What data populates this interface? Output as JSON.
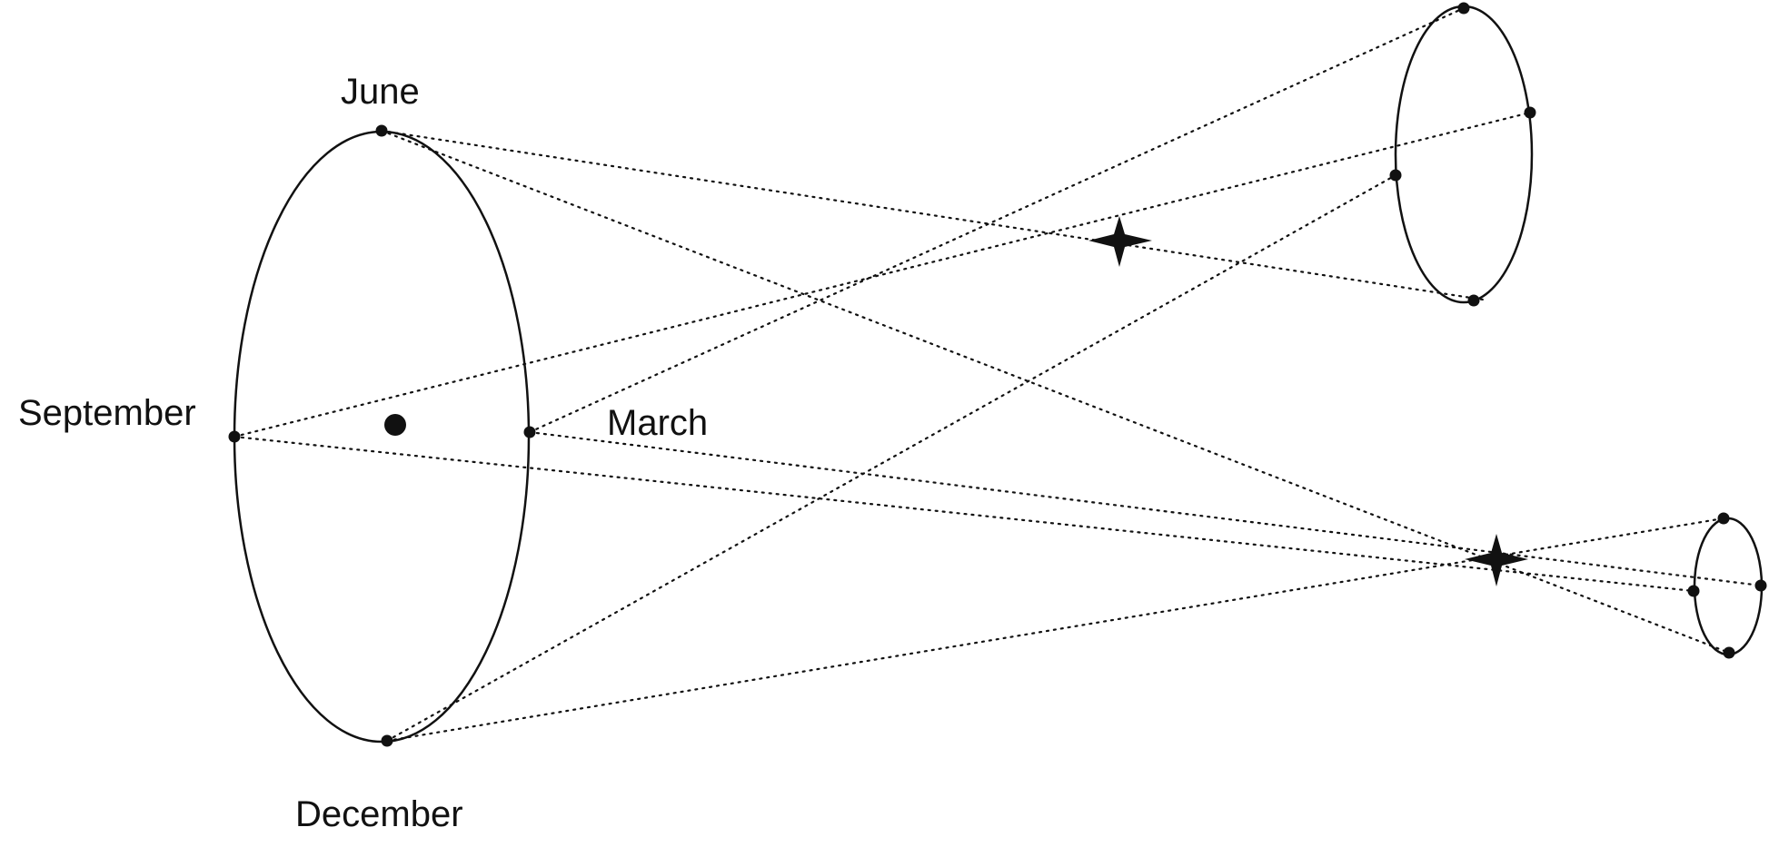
{
  "labels": {
    "june": "June",
    "september": "September",
    "march": "March",
    "december": "December"
  },
  "colors": {
    "ink": "#111111",
    "background": "#ffffff"
  }
}
